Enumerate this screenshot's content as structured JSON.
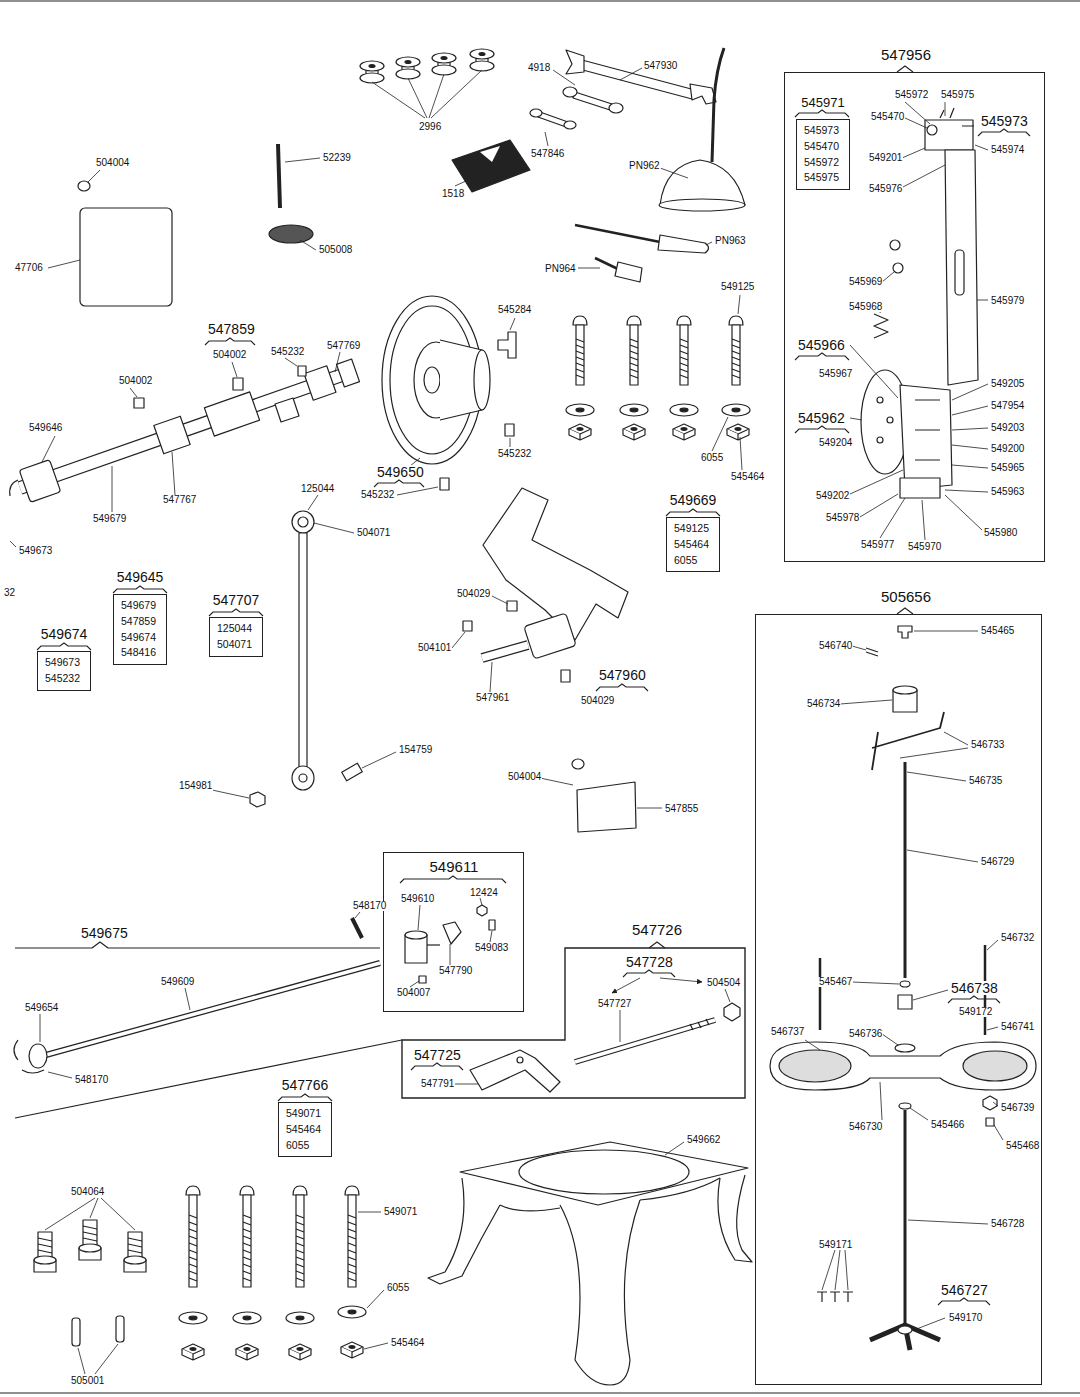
{
  "diagram": {
    "nodes": [
      {
        "text": [
          "547956"
        ]
      },
      {
        "text": [
          "545971",
          "545973 545470 545972 545975"
        ],
        "in": 0
      },
      {
        "text": [
          "549669",
          "549125 545464 6055"
        ]
      },
      {
        "text": [
          "549645",
          "549679 547859 549674 548416"
        ]
      },
      {
        "text": [
          "549674",
          "549673 545232"
        ]
      },
      {
        "text": [
          "547707",
          "125044 504071"
        ]
      },
      {
        "text": [
          "505656"
        ]
      },
      {
        "text": [
          "549611"
        ]
      },
      {
        "text": [
          "547726"
        ]
      },
      {
        "text": [
          "547766",
          "549071 545464 6055"
        ]
      }
    ],
    "labels": [
      "504004",
      "47706",
      "52239",
      "505008",
      "2996",
      "4918",
      "547930",
      "547846",
      "1518",
      "PN962",
      "PN963",
      "PN964",
      "549125",
      "545284",
      "547859",
      "504002",
      "545232",
      "547769",
      "504002",
      "549646",
      "545232",
      "549650",
      "545232",
      "125044",
      "547767",
      "549679",
      "504071",
      "549673",
      "6055",
      "545464",
      "32",
      "504029",
      "504101",
      "547960",
      "504029",
      "547961",
      "154759",
      "154981",
      "504004",
      "547855",
      "545972",
      "545975",
      "545470",
      "545973",
      "545974",
      "549201",
      "545976",
      "545969",
      "545968",
      "545979",
      "545966",
      "545967",
      "549205",
      "547954",
      "545962",
      "549204",
      "549203",
      "549200",
      "545965",
      "545963",
      "549202",
      "545978",
      "545977",
      "545970",
      "545980",
      "545465",
      "546740",
      "546734",
      "546733",
      "546735",
      "546729",
      "546732",
      "545467",
      "546738",
      "549172",
      "546741",
      "546737",
      "546736",
      "546739",
      "545468",
      "546730",
      "545466",
      "546728",
      "549171",
      "546727",
      "549170",
      "549610",
      "12424",
      "549083",
      "547790",
      "504007",
      "548170",
      "549675",
      "549609",
      "549654",
      "548170",
      "547728",
      "504504",
      "547727",
      "547725",
      "547791",
      "549662",
      "504064",
      "549071",
      "6055",
      "505001",
      "545464"
    ]
  }
}
